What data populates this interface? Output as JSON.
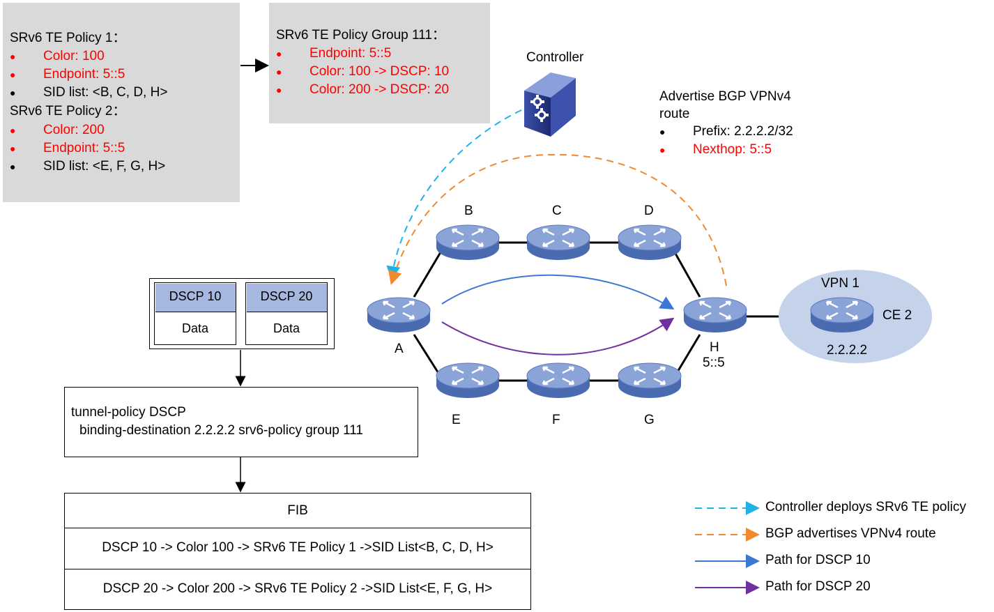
{
  "policies_box": {
    "policy1_title": "SRv6 TE Policy 1：",
    "policy1_items": [
      {
        "text": "Color: 100",
        "color": "#ff0000"
      },
      {
        "text": "Endpoint: 5::5",
        "color": "#ff0000"
      },
      {
        "text": "SID list: <B, C, D, H>",
        "color": "#000000"
      }
    ],
    "policy2_title": "SRv6 TE Policy 2：",
    "policy2_items": [
      {
        "text": "Color: 200",
        "color": "#ff0000"
      },
      {
        "text": "Endpoint: 5::5",
        "color": "#ff0000"
      },
      {
        "text": "SID list: <E, F, G, H>",
        "color": "#000000"
      }
    ]
  },
  "group_box": {
    "title": "SRv6 TE Policy Group 111：",
    "items": [
      {
        "text": "Endpoint: 5::5",
        "color": "#ff0000"
      },
      {
        "text": "Color: 100 -> DSCP: 10",
        "color": "#ff0000"
      },
      {
        "text": "Color: 200 -> DSCP: 20",
        "color": "#ff0000"
      }
    ]
  },
  "controller": {
    "label": "Controller",
    "icon": "server-gear-icon"
  },
  "bgp_advert": {
    "line1": "Advertise BGP VPNv4",
    "line2": "route",
    "items": [
      {
        "text": "Prefix: 2.2.2.2/32",
        "color": "#000000"
      },
      {
        "text": "Nexthop: 5::5",
        "color": "#ff0000"
      }
    ]
  },
  "packet": {
    "headers": [
      "DSCP 10",
      "DSCP 20"
    ],
    "payload": [
      "Data",
      "Data"
    ],
    "header_color": "#a6b8e0"
  },
  "tunnel_policy": {
    "line1": "tunnel-policy DSCP",
    "line2": "binding-destination 2.2.2.2 srv6-policy group 111"
  },
  "fib": {
    "title": "FIB",
    "rows": [
      "DSCP 10 -> Color 100 -> SRv6 TE Policy 1 ->SID List<B, C, D, H>",
      "DSCP 20 -> Color 200 -> SRv6 TE Policy 2 ->SID List<E, F, G, H>"
    ]
  },
  "routers": {
    "A": "A",
    "B": "B",
    "C": "C",
    "D": "D",
    "E": "E",
    "F": "F",
    "G": "G",
    "H": "H",
    "h_address": "5::5"
  },
  "vpn": {
    "name": "VPN 1",
    "ce": "CE 2",
    "address": "2.2.2.2",
    "color": "#c5d3ea"
  },
  "legend": [
    {
      "label": "Controller deploys SRv6 TE policy",
      "color": "#1fb2e8",
      "style": "dashed"
    },
    {
      "label": "BGP advertises VPNv4 route",
      "color": "#f08a2c",
      "style": "dashed"
    },
    {
      "label": "Path for DSCP 10",
      "color": "#3a78d4",
      "style": "solid"
    },
    {
      "label": "Path for DSCP 20",
      "color": "#7030a0",
      "style": "solid"
    }
  ],
  "colors": {
    "router_top": "#8aa4d8",
    "router_side": "#4a6bb0",
    "policy_text": "#ff0000"
  }
}
